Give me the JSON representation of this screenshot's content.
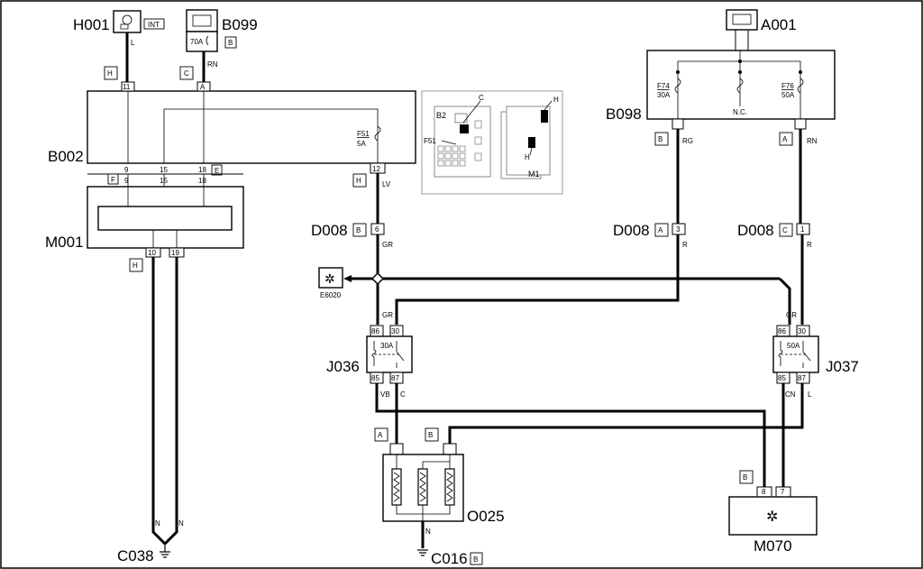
{
  "components": {
    "H001": "H001",
    "B099": "B099",
    "A001": "A001",
    "B098": "B098",
    "B002": "B002",
    "M001": "M001",
    "D008": "D008",
    "J036": "J036",
    "J037": "J037",
    "O025": "O025",
    "M070": "M070",
    "C038": "C038",
    "C016": "C016",
    "E6020": "E6020"
  },
  "tags": {
    "INT": "INT",
    "H": "H",
    "C": "C",
    "B": "B",
    "A": "A",
    "F": "F",
    "E": "E"
  },
  "fuses": {
    "B099_fuse": "70A",
    "F51": "F51",
    "F51_rating": "5A",
    "F74": "F74",
    "F74_rating": "30A",
    "F76": "F76",
    "F76_rating": "50A",
    "nc": "N.C."
  },
  "relays": {
    "J036_rating": "30A",
    "J037_rating": "50A"
  },
  "wires": {
    "L": "L",
    "RN": "RN",
    "LV": "LV",
    "GR": "GR",
    "RG": "RG",
    "R": "R",
    "VB": "VB",
    "C": "C",
    "CN": "CN",
    "N": "N"
  },
  "pins": {
    "p11": "11",
    "pA": "A",
    "p9": "9",
    "p15": "15",
    "p18": "18",
    "p12": "12",
    "p10": "10",
    "p19": "19",
    "p6": "6",
    "p3": "3",
    "p1": "1",
    "p86": "86",
    "p30": "30",
    "p85": "85",
    "p87": "87",
    "p8": "8",
    "p7": "7"
  },
  "inset": {
    "B2": "B2",
    "C": "C",
    "F51": "F51",
    "H": "H",
    "M1": "M1"
  }
}
